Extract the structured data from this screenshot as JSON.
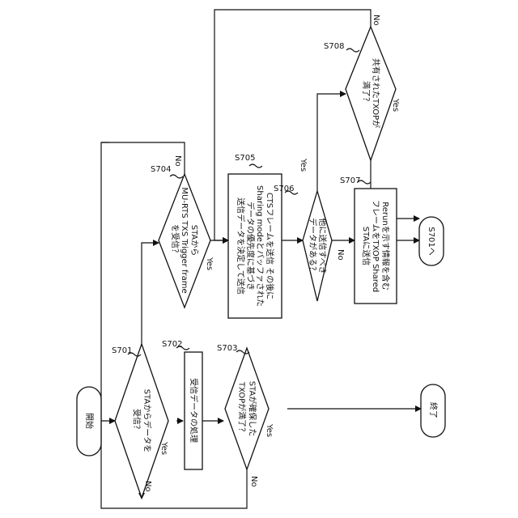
{
  "nodes": {
    "start": [
      "開始"
    ],
    "d701": [
      "STAからデータを",
      "受信？"
    ],
    "p702": [
      "受信データの処理"
    ],
    "d703": [
      "STAが確保した",
      "TXOPが満了？"
    ],
    "end": [
      "終了"
    ],
    "d704": [
      "STAから",
      "MU-RTS TXS Trigger frame",
      "を受信？"
    ],
    "p705": [
      "CTSフレームを送信 その後に",
      "Sharing modeとバッファされた",
      "データの優先度に基づき",
      "送信データを決定して送信"
    ],
    "d706": [
      "他に送信すべき",
      "データがある？"
    ],
    "p707": [
      "Rerunを示す情報を含む",
      "フレームをTXOP Shared",
      "STAに送信"
    ],
    "d708": [
      "共有されたTXOPが",
      "満了？"
    ],
    "s701": [
      "S701へ"
    ]
  },
  "steps": {
    "s701": "S701",
    "s702": "S702",
    "s703": "S703",
    "s704": "S704",
    "s705": "S705",
    "s706": "S706",
    "s707": "S707",
    "s708": "S708"
  },
  "edges": {
    "yes": "Yes",
    "no": "No"
  }
}
